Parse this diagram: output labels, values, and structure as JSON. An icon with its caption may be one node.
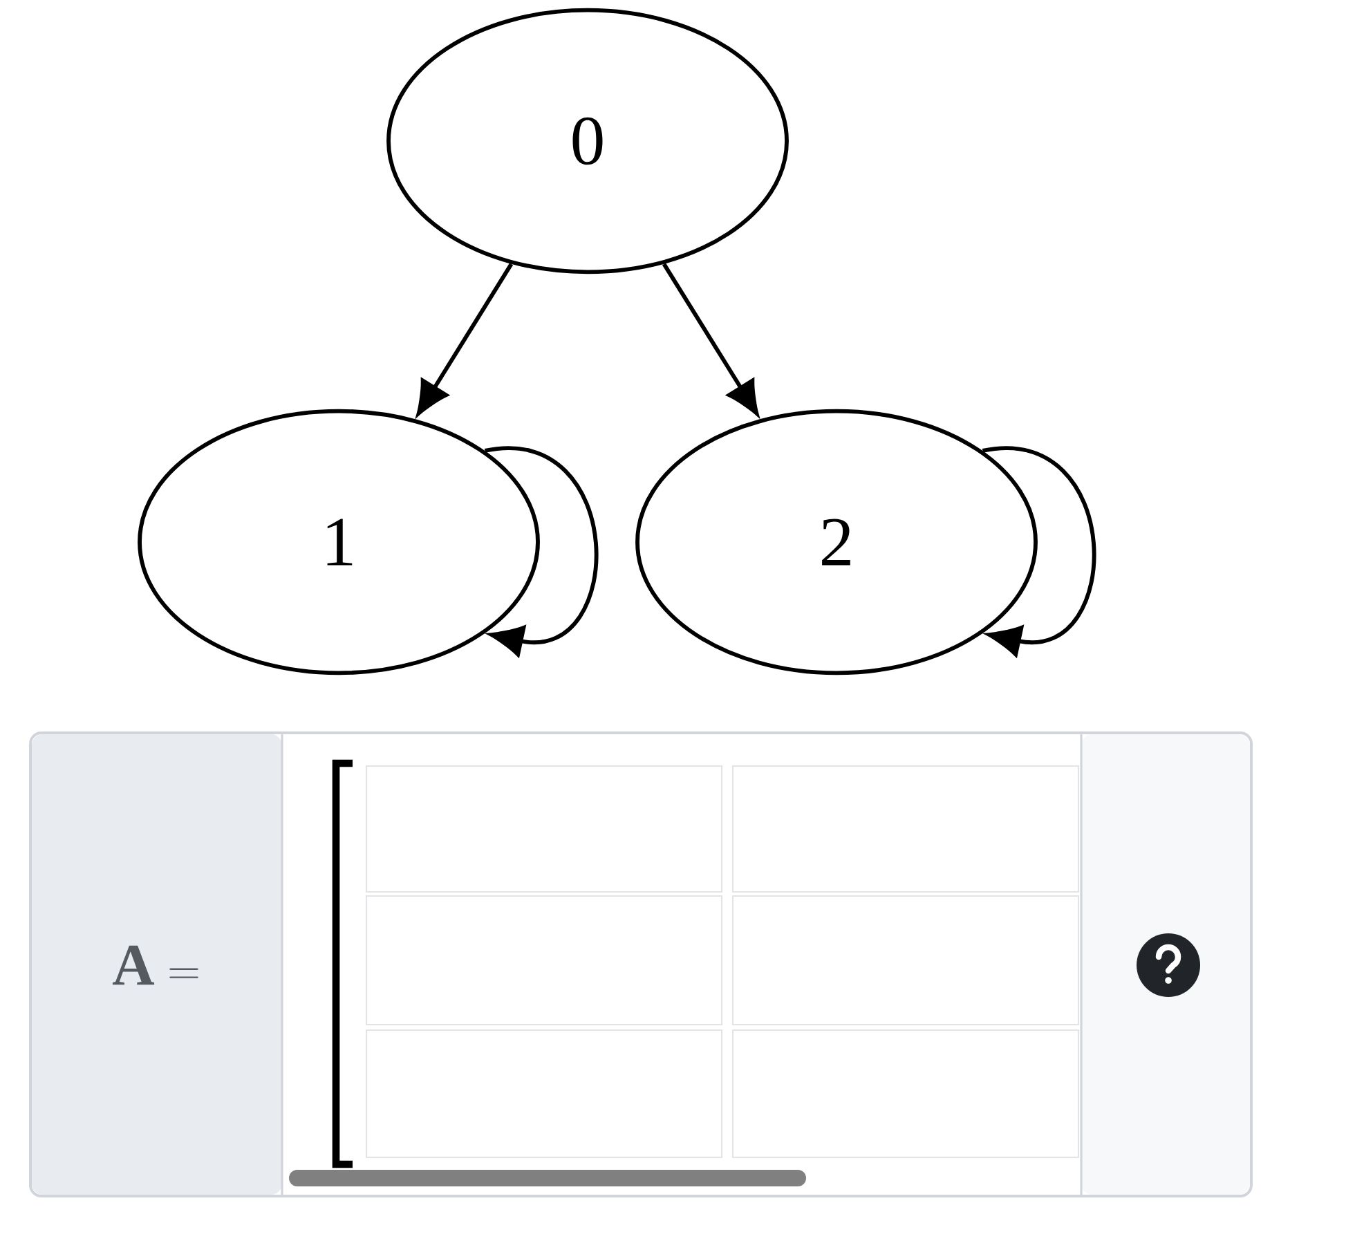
{
  "diagram": {
    "nodes": [
      {
        "text": [
          "0"
        ]
      },
      {
        "text": [
          "1"
        ]
      },
      {
        "text": [
          "2"
        ]
      }
    ],
    "edges": [
      {
        "from": 0,
        "to": 1,
        "arrow": "to"
      },
      {
        "from": 0,
        "to": 2,
        "arrow": "to"
      },
      {
        "from": 1,
        "to": 1,
        "arrow": "to"
      },
      {
        "from": 2,
        "to": 2,
        "arrow": "to"
      }
    ],
    "labels": [
      "\\mathbf{A} ="
    ]
  }
}
